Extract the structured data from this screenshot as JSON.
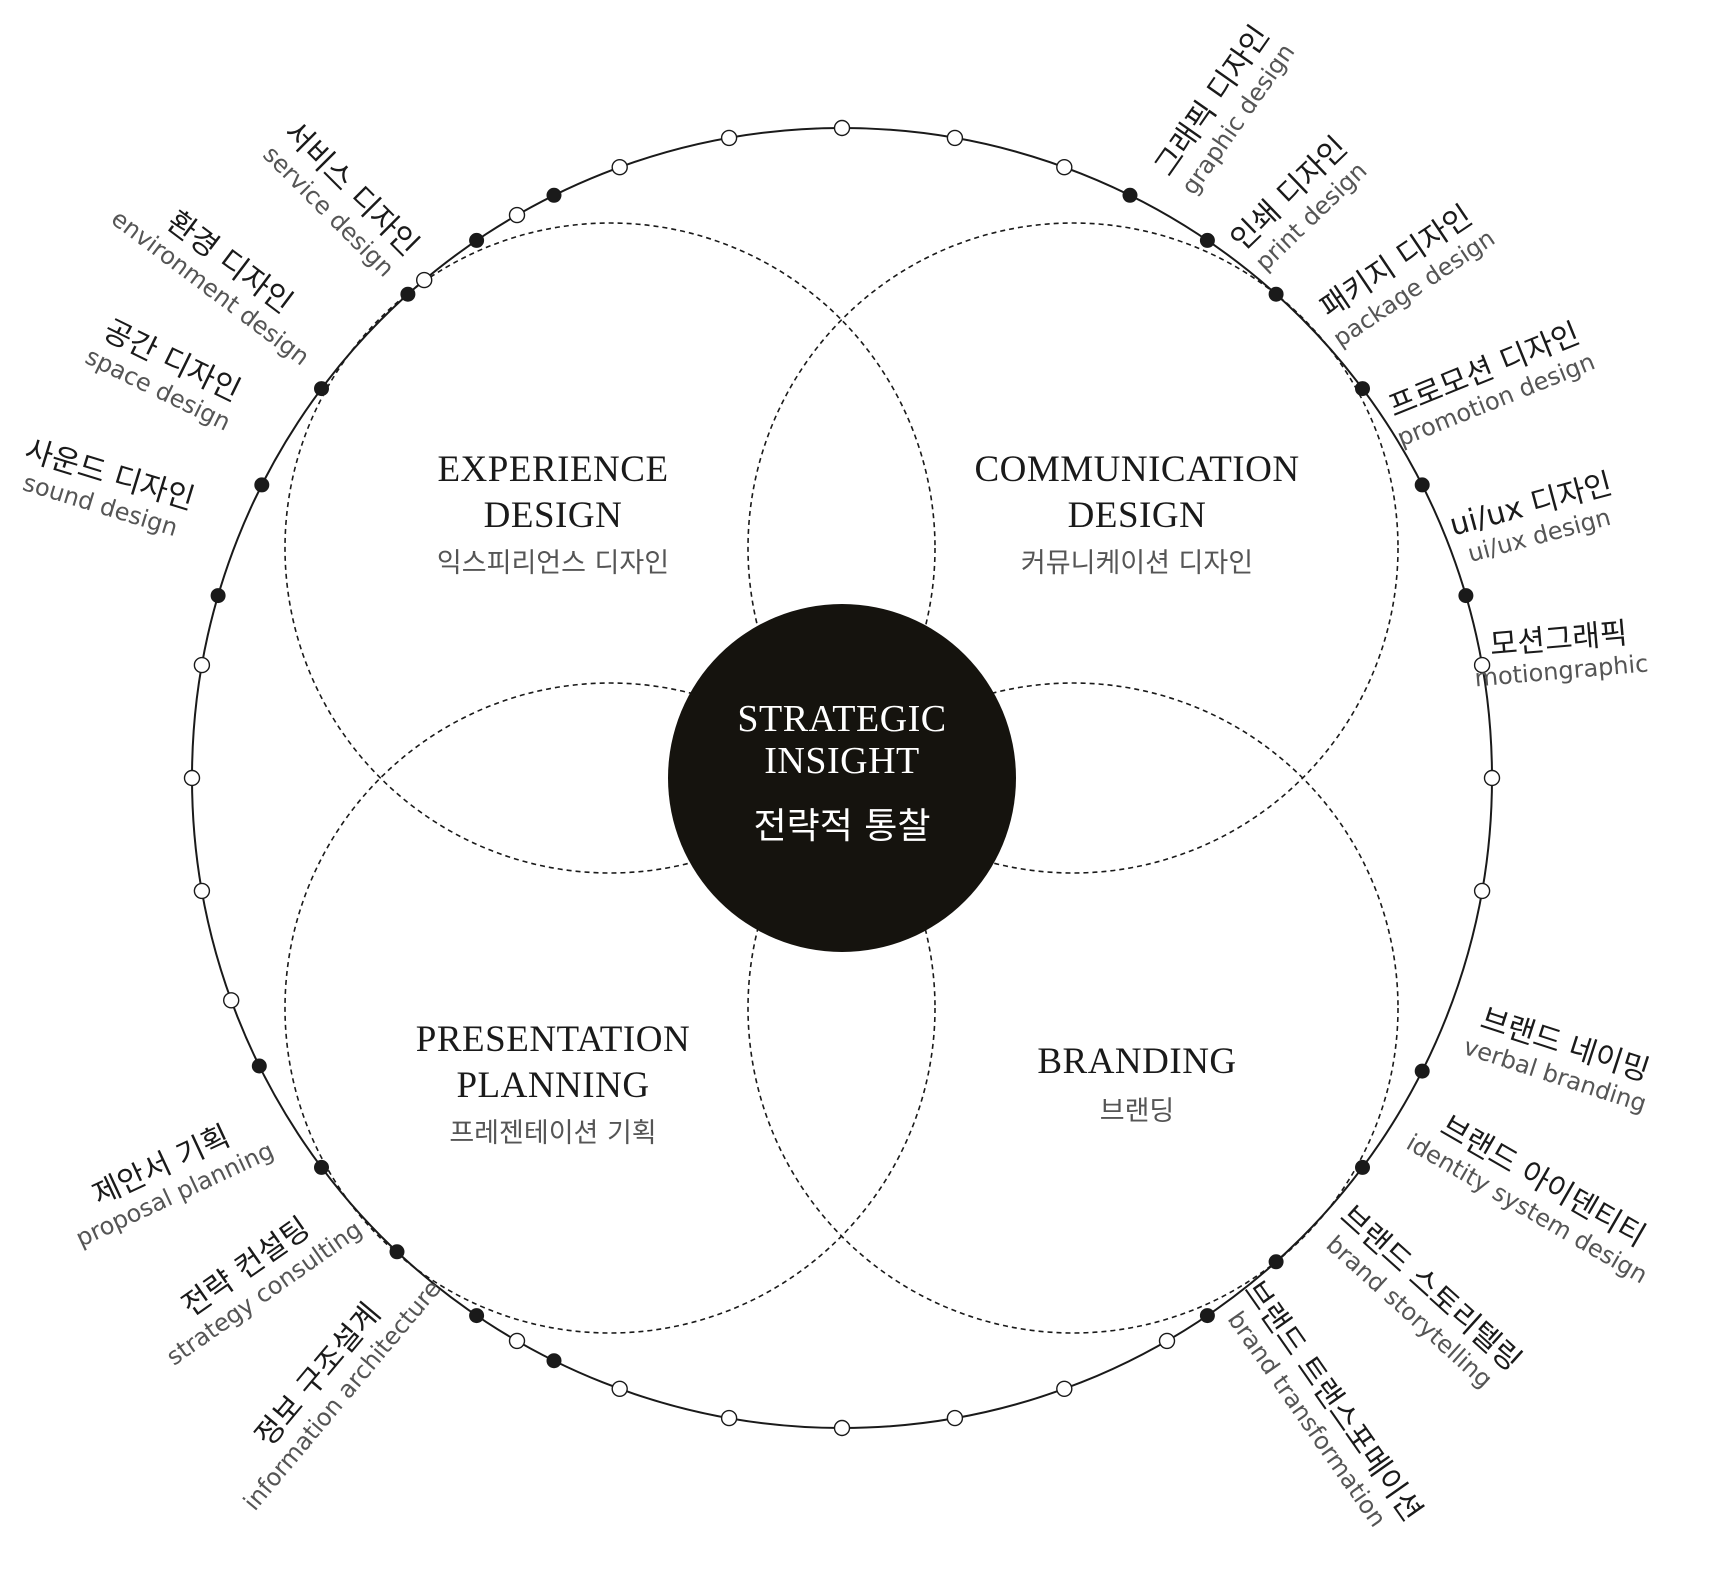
{
  "colors": {
    "ink": "#1a1a1a",
    "center_fill": "#15130e",
    "secondary_text": "#555555",
    "background": "#ffffff"
  },
  "center": {
    "title_line1": "STRATEGIC",
    "title_line2": "INSIGHT",
    "subtitle": "전략적 통찰"
  },
  "quadrants": [
    {
      "key": "experience",
      "en_line1": "EXPERIENCE",
      "en_line2": "DESIGN",
      "ko": "익스피리언스 디자인"
    },
    {
      "key": "communication",
      "en_line1": "COMMUNICATION",
      "en_line2": "DESIGN",
      "ko": "커뮤니케이션 디자인"
    },
    {
      "key": "presentation",
      "en_line1": "PRESENTATION",
      "en_line2": "PLANNING",
      "ko": "프레젠테이션 기획"
    },
    {
      "key": "branding",
      "en_line1": "BRANDING",
      "en_line2": "",
      "ko": "브랜딩"
    }
  ],
  "labels": [
    {
      "key": "service",
      "ko": "서비스 디자인",
      "en": "service design"
    },
    {
      "key": "environment",
      "ko": "환경 디자인",
      "en": "environment design"
    },
    {
      "key": "space",
      "ko": "공간 디자인",
      "en": "space design"
    },
    {
      "key": "sound",
      "ko": "사운드 디자인",
      "en": "sound design"
    },
    {
      "key": "graphic",
      "ko": "그래픽 디자인",
      "en": "graphic design"
    },
    {
      "key": "print",
      "ko": "인쇄 디자인",
      "en": "print design"
    },
    {
      "key": "package",
      "ko": "패키지 디자인",
      "en": "package design"
    },
    {
      "key": "promotion",
      "ko": "프로모션 디자인",
      "en": "promotion design"
    },
    {
      "key": "uiux",
      "ko": "ui/ux 디자인",
      "en": "ui/ux design"
    },
    {
      "key": "motion",
      "ko": "모션그래픽",
      "en": "motiongraphic"
    },
    {
      "key": "proposal",
      "ko": "제안서 기획",
      "en": "proposal planning"
    },
    {
      "key": "strategy",
      "ko": "전략 컨설팅",
      "en": "strategy consulting"
    },
    {
      "key": "info",
      "ko": "정보 구조설계",
      "en": "information architecture"
    },
    {
      "key": "naming",
      "ko": "브랜드 네이밍",
      "en": "verbal branding"
    },
    {
      "key": "identity",
      "ko": "브랜드 아이덴티티",
      "en": "identity system design"
    },
    {
      "key": "storytelling",
      "ko": "브랜드 스토리텔링",
      "en": "brand storytelling"
    },
    {
      "key": "transformation",
      "ko": "브랜드 트랜스포메이션",
      "en": "brand transformation"
    }
  ]
}
